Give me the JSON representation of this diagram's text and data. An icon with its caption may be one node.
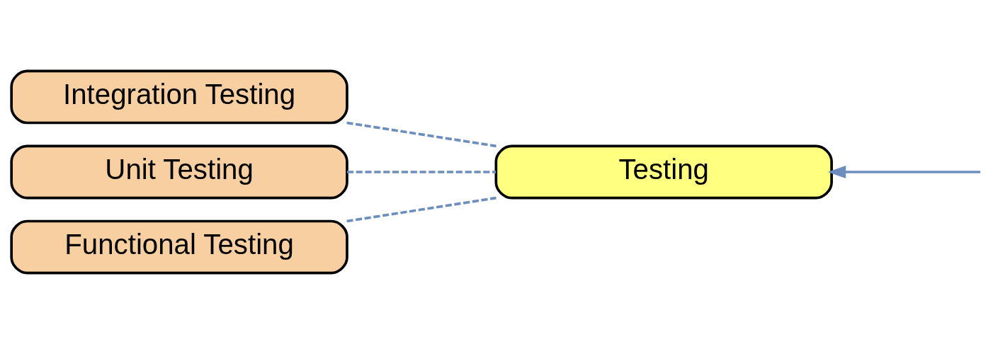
{
  "diagram": {
    "nodes": [
      {
        "text": [
          "Integration Testing"
        ]
      },
      {
        "text": [
          "Unit Testing"
        ]
      },
      {
        "text": [
          "Functional Testing"
        ]
      },
      {
        "text": [
          "Testing"
        ]
      }
    ],
    "edges": [
      {
        "from": 0,
        "to": 3,
        "arrow": "none",
        "style": "dashed"
      },
      {
        "from": 1,
        "to": 3,
        "arrow": "none",
        "style": "dashed"
      },
      {
        "from": 2,
        "to": 3,
        "arrow": "none",
        "style": "dashed"
      },
      {
        "from": null,
        "to": 3,
        "arrow": "to"
      }
    ]
  }
}
